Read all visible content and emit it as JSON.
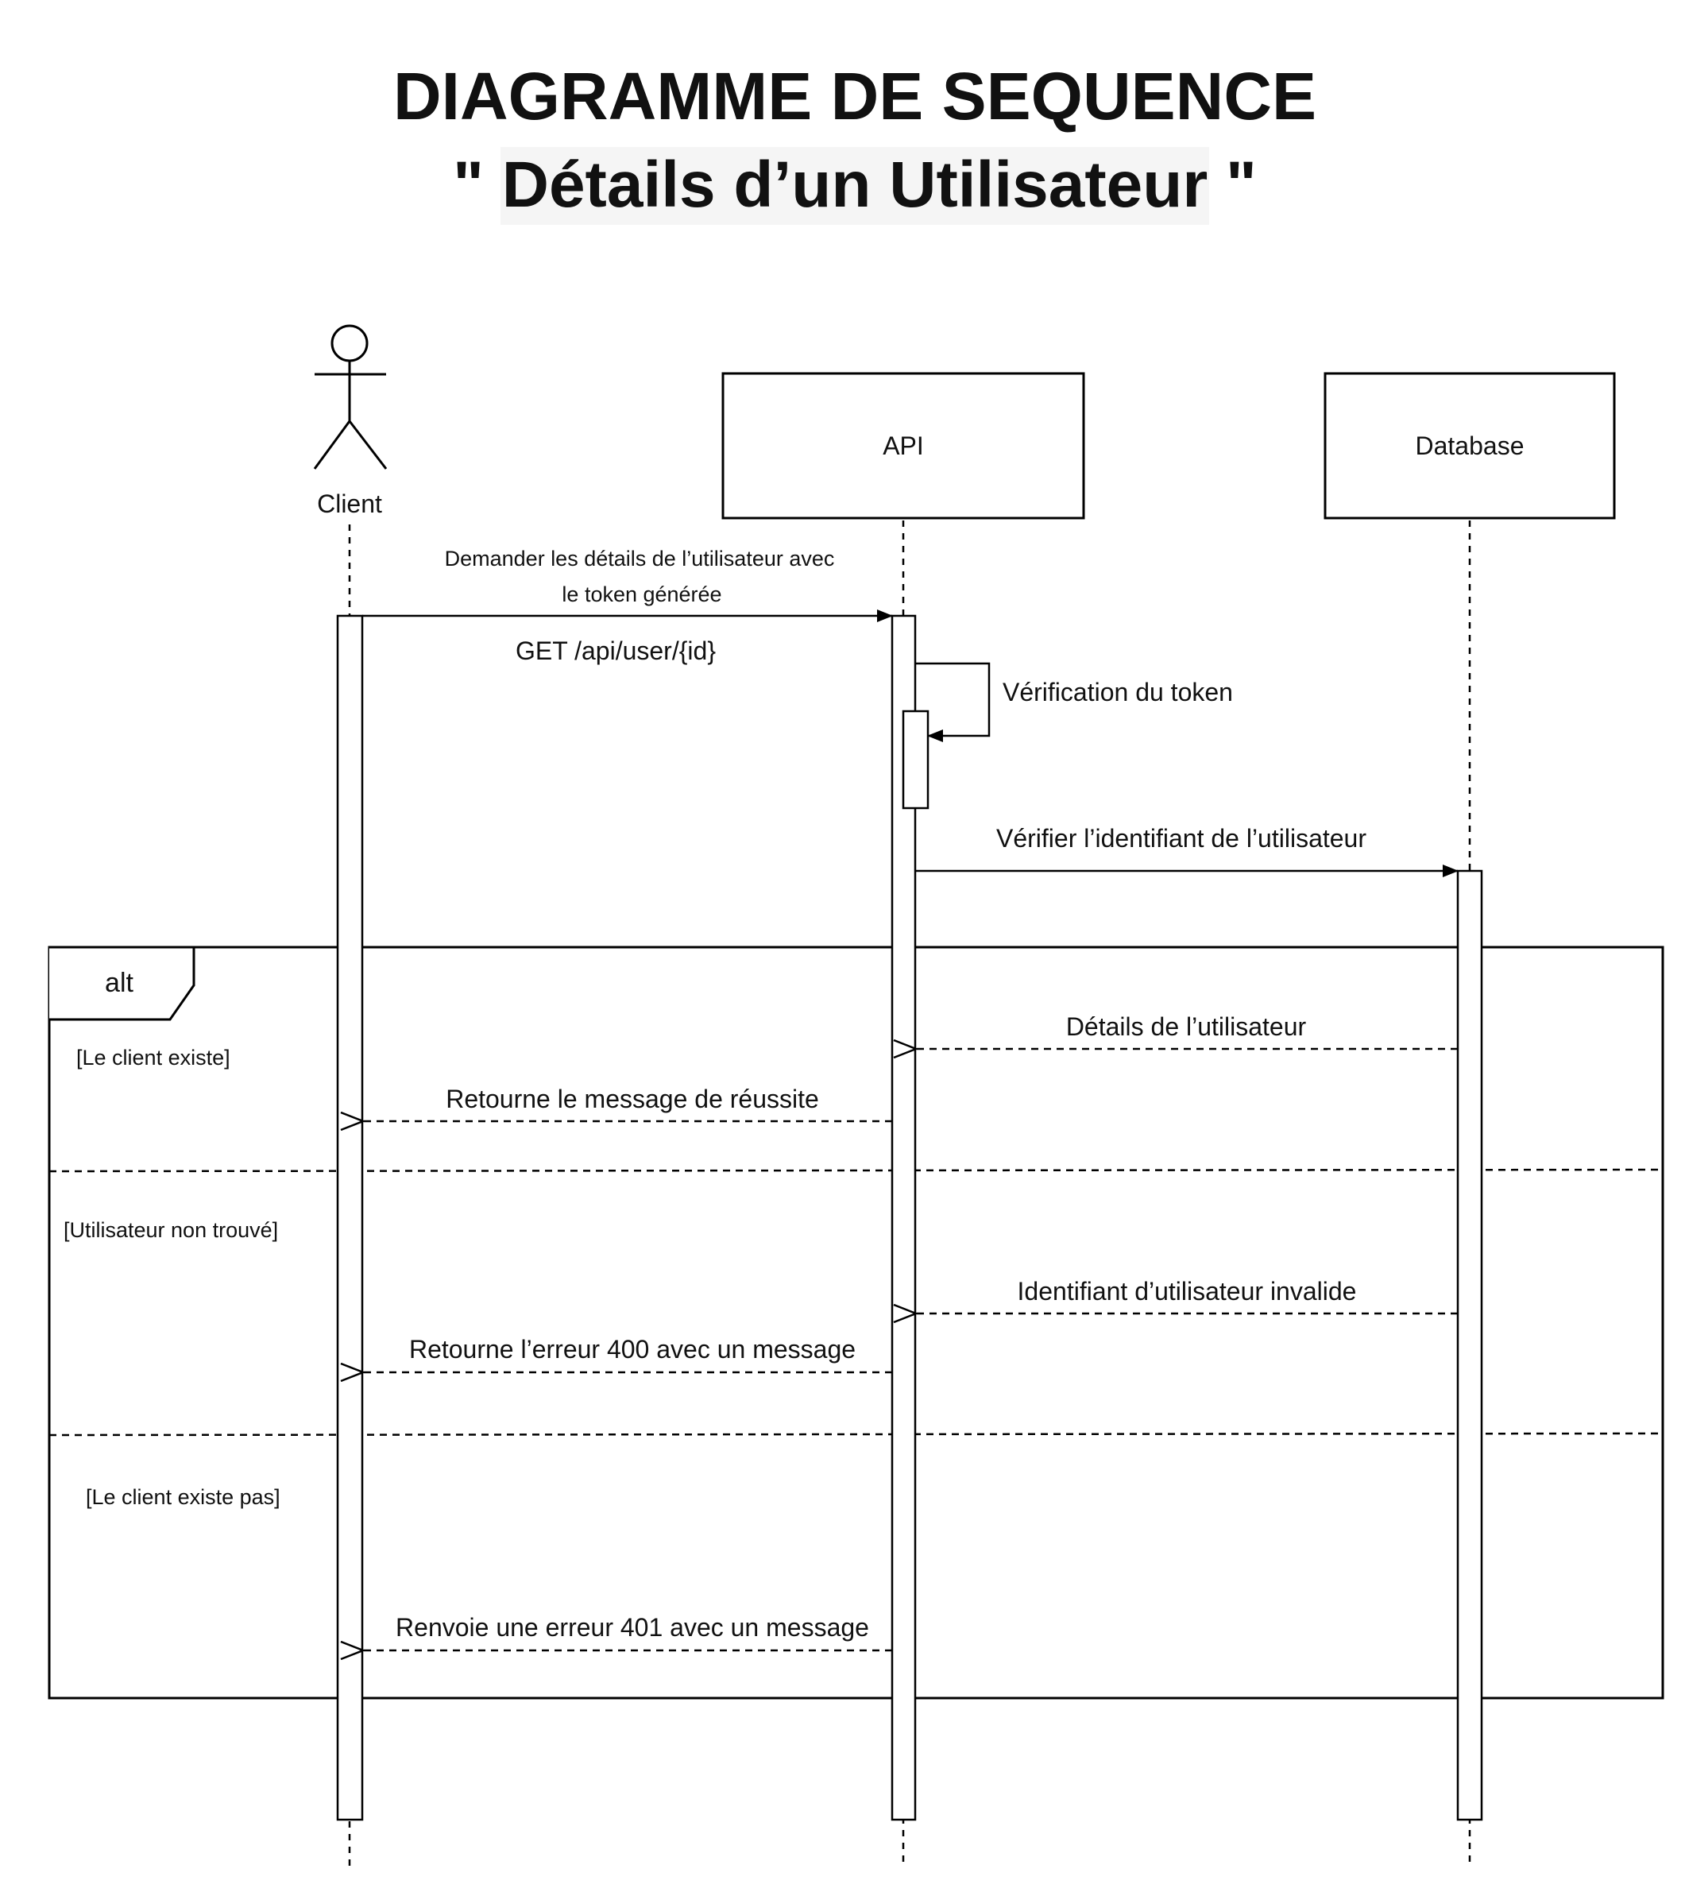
{
  "title": "DIAGRAMME DE SEQUENCE",
  "subtitle": "\" Détails d’un Utilisateur \"",
  "participants": {
    "client": "Client",
    "api": "API",
    "database": "Database"
  },
  "messages": {
    "request_line1": "Demander les détails de l’utilisateur avec",
    "request_line2": "le token générée",
    "request_endpoint": "GET  /api/user/{id}",
    "verify_token": "Vérification du token",
    "verify_id": "Vérifier l’identifiant de l’utilisateur",
    "user_details": "Détails de l’utilisateur",
    "success_return": "Retourne le message de réussite",
    "invalid_id": "Identifiant d’utilisateur invalide",
    "error_400": "Retourne l’erreur 400 avec un message",
    "error_401": "Renvoie une erreur 401 avec un message"
  },
  "alt_fragment": {
    "operator": "alt",
    "conditions": [
      "[Le client existe]",
      "[Utilisateur non trouvé]",
      "[Le client existe pas]"
    ]
  }
}
